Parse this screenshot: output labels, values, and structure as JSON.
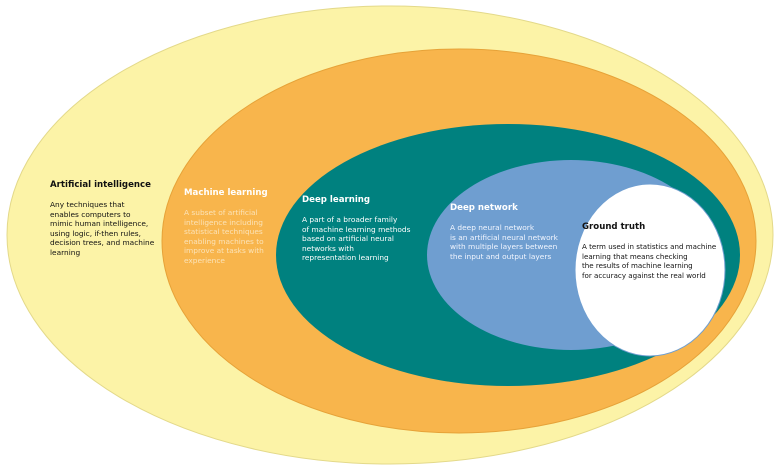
{
  "colors": {
    "ai_fill": "#fcf3a7",
    "ai_stroke": "#e3d98a",
    "ml_fill": "#f8b54c",
    "ml_stroke": "#e6a238",
    "dl_fill": "#00817f",
    "dn_fill": "#6f9ed0",
    "gt_fill": "#ffffff",
    "gt_stroke": "#6f9ed0"
  },
  "sets": {
    "ai": {
      "title": "Artificial intelligence",
      "description_lines": [
        "Any techniques that",
        "enables computers to",
        "mimic human intelligence,",
        "using logic, if-then rules,",
        "decision trees, and machine",
        "learning"
      ]
    },
    "ml": {
      "title": "Machine learning",
      "description_lines": [
        "A subset of artificial",
        "intelligence including",
        "statistical techniques",
        "enabling machines to",
        "improve at tasks with",
        "experience"
      ]
    },
    "dl": {
      "title": "Deep learning",
      "description_lines": [
        "A part of a broader family",
        "of machine learning methods",
        "based on artificial neural",
        "networks with",
        "representation learning"
      ]
    },
    "dn": {
      "title": "Deep network",
      "description_lines": [
        "A deep neural network",
        "is an artificial neural network",
        "with multiple layers between",
        "the input and output layers"
      ]
    },
    "gt": {
      "title": "Ground truth",
      "description_lines": [
        "A term used in statistics and machine",
        "learning that means checking",
        "the results of machine learning",
        "for accuracy against the real world"
      ]
    }
  }
}
